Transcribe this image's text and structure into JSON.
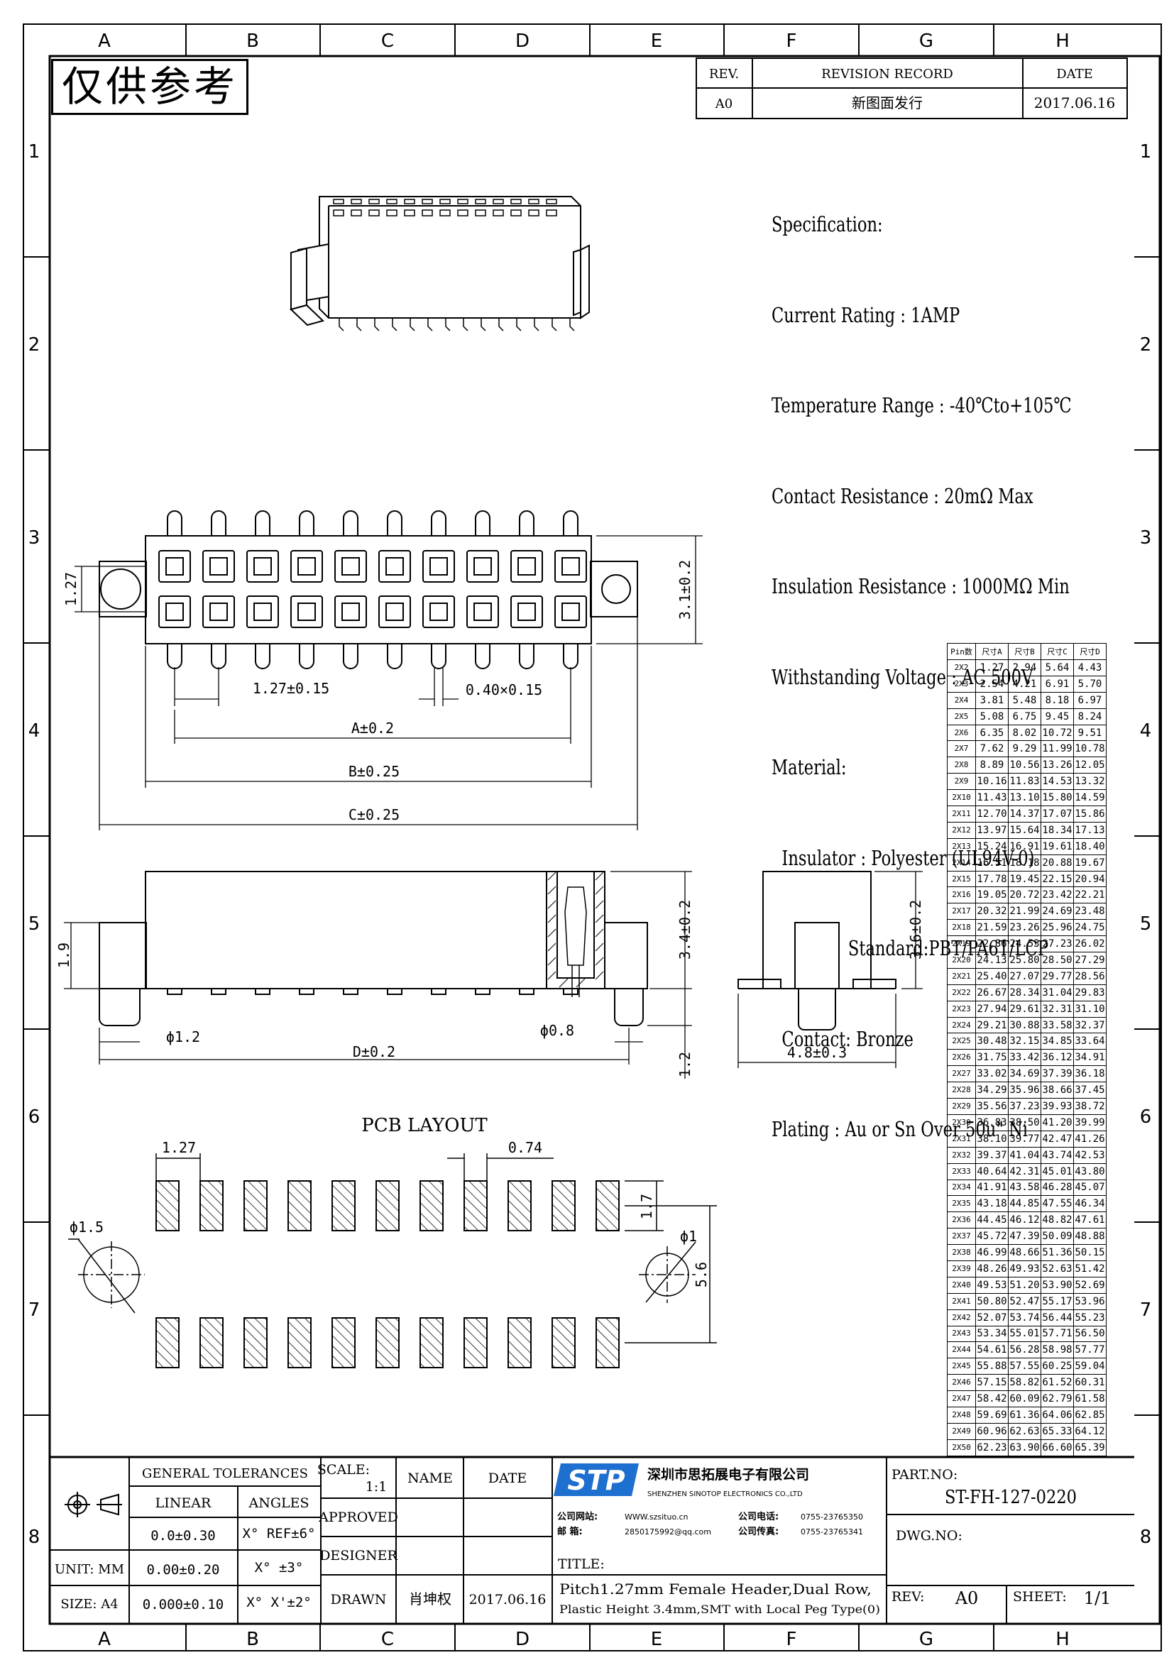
{
  "frame": {
    "columns": [
      "A",
      "B",
      "C",
      "D",
      "E",
      "F",
      "G",
      "H"
    ],
    "rows": [
      "1",
      "2",
      "3",
      "4",
      "5",
      "6",
      "7",
      "8"
    ]
  },
  "stamp": "仅供参考",
  "revision": {
    "headers": {
      "rev": "REV.",
      "record": "REVISION RECORD",
      "date": "DATE"
    },
    "row": {
      "rev": "A0",
      "record": "新图面发行",
      "date": "2017.06.16"
    }
  },
  "specification": [
    "Specification:",
    "Current Rating : 1AMP",
    "Temperature Range : -40℃to+105℃",
    "Contact Resistance : 20mΩ Max",
    "Insulation Resistance : 1000MΩ Min",
    "Withstanding Voltage : AC 500V",
    "Material:",
    "  Insulator : Polyester (UL94V-0)",
    "               Standard:PBT/PA6T/LCP",
    "  Contact: Bronze",
    "Plating : Au or Sn Over 50u\" Ni"
  ],
  "dimensions": {
    "pitch": "1.27±0.15",
    "pin": "0.40×0.15",
    "a": "A±0.2",
    "b": "B±0.25",
    "c": "C±0.25",
    "h127": "1.27",
    "h31": "3.1±0.2",
    "h19": "1.9",
    "h34": "3.4±0.2",
    "h36": "3.6±0.2",
    "d12": "ϕ1.2",
    "d08": "ϕ0.8",
    "d": "D±0.2",
    "h12": "1.2",
    "w48": "4.8±0.3"
  },
  "pcb": {
    "title": "PCB LAYOUT",
    "pitch": "1.27",
    "pad_w": "0.74",
    "pad_h": "1.7",
    "row_gap": "5.6",
    "hole_left": "ϕ1.5",
    "hole_right": "ϕ1"
  },
  "dim_table": {
    "headers": [
      "Pin数",
      "尺寸A",
      "尺寸B",
      "尺寸C",
      "尺寸D"
    ],
    "rows": [
      [
        "2X2",
        "1.27",
        "2.94",
        "5.64",
        "4.43"
      ],
      [
        "2X3",
        "2.54",
        "4.21",
        "6.91",
        "5.70"
      ],
      [
        "2X4",
        "3.81",
        "5.48",
        "8.18",
        "6.97"
      ],
      [
        "2X5",
        "5.08",
        "6.75",
        "9.45",
        "8.24"
      ],
      [
        "2X6",
        "6.35",
        "8.02",
        "10.72",
        "9.51"
      ],
      [
        "2X7",
        "7.62",
        "9.29",
        "11.99",
        "10.78"
      ],
      [
        "2X8",
        "8.89",
        "10.56",
        "13.26",
        "12.05"
      ],
      [
        "2X9",
        "10.16",
        "11.83",
        "14.53",
        "13.32"
      ],
      [
        "2X10",
        "11.43",
        "13.10",
        "15.80",
        "14.59"
      ],
      [
        "2X11",
        "12.70",
        "14.37",
        "17.07",
        "15.86"
      ],
      [
        "2X12",
        "13.97",
        "15.64",
        "18.34",
        "17.13"
      ],
      [
        "2X13",
        "15.24",
        "16.91",
        "19.61",
        "18.40"
      ],
      [
        "2X14",
        "16.51",
        "18.18",
        "20.88",
        "19.67"
      ],
      [
        "2X15",
        "17.78",
        "19.45",
        "22.15",
        "20.94"
      ],
      [
        "2X16",
        "19.05",
        "20.72",
        "23.42",
        "22.21"
      ],
      [
        "2X17",
        "20.32",
        "21.99",
        "24.69",
        "23.48"
      ],
      [
        "2X18",
        "21.59",
        "23.26",
        "25.96",
        "24.75"
      ],
      [
        "2X19",
        "22.86",
        "24.53",
        "27.23",
        "26.02"
      ],
      [
        "2X20",
        "24.13",
        "25.80",
        "28.50",
        "27.29"
      ],
      [
        "2X21",
        "25.40",
        "27.07",
        "29.77",
        "28.56"
      ],
      [
        "2X22",
        "26.67",
        "28.34",
        "31.04",
        "29.83"
      ],
      [
        "2X23",
        "27.94",
        "29.61",
        "32.31",
        "31.10"
      ],
      [
        "2X24",
        "29.21",
        "30.88",
        "33.58",
        "32.37"
      ],
      [
        "2X25",
        "30.48",
        "32.15",
        "34.85",
        "33.64"
      ],
      [
        "2X26",
        "31.75",
        "33.42",
        "36.12",
        "34.91"
      ],
      [
        "2X27",
        "33.02",
        "34.69",
        "37.39",
        "36.18"
      ],
      [
        "2X28",
        "34.29",
        "35.96",
        "38.66",
        "37.45"
      ],
      [
        "2X29",
        "35.56",
        "37.23",
        "39.93",
        "38.72"
      ],
      [
        "2X30",
        "36.83",
        "38.50",
        "41.20",
        "39.99"
      ],
      [
        "2X31",
        "38.10",
        "39.77",
        "42.47",
        "41.26"
      ],
      [
        "2X32",
        "39.37",
        "41.04",
        "43.74",
        "42.53"
      ],
      [
        "2X33",
        "40.64",
        "42.31",
        "45.01",
        "43.80"
      ],
      [
        "2X34",
        "41.91",
        "43.58",
        "46.28",
        "45.07"
      ],
      [
        "2X35",
        "43.18",
        "44.85",
        "47.55",
        "46.34"
      ],
      [
        "2X36",
        "44.45",
        "46.12",
        "48.82",
        "47.61"
      ],
      [
        "2X37",
        "45.72",
        "47.39",
        "50.09",
        "48.88"
      ],
      [
        "2X38",
        "46.99",
        "48.66",
        "51.36",
        "50.15"
      ],
      [
        "2X39",
        "48.26",
        "49.93",
        "52.63",
        "51.42"
      ],
      [
        "2X40",
        "49.53",
        "51.20",
        "53.90",
        "52.69"
      ],
      [
        "2X41",
        "50.80",
        "52.47",
        "55.17",
        "53.96"
      ],
      [
        "2X42",
        "52.07",
        "53.74",
        "56.44",
        "55.23"
      ],
      [
        "2X43",
        "53.34",
        "55.01",
        "57.71",
        "56.50"
      ],
      [
        "2X44",
        "54.61",
        "56.28",
        "58.98",
        "57.77"
      ],
      [
        "2X45",
        "55.88",
        "57.55",
        "60.25",
        "59.04"
      ],
      [
        "2X46",
        "57.15",
        "58.82",
        "61.52",
        "60.31"
      ],
      [
        "2X47",
        "58.42",
        "60.09",
        "62.79",
        "61.58"
      ],
      [
        "2X48",
        "59.69",
        "61.36",
        "64.06",
        "62.85"
      ],
      [
        "2X49",
        "60.96",
        "62.63",
        "65.33",
        "64.12"
      ],
      [
        "2X50",
        "62.23",
        "63.90",
        "66.60",
        "65.39"
      ]
    ]
  },
  "title_block": {
    "general_tolerances": "GENERAL TOLERANCES",
    "linear": "LINEAR",
    "angles": "ANGLES",
    "tol_rows": [
      [
        "0.0±0.30",
        "X° REF±6°"
      ],
      [
        "0.00±0.20",
        "X° ±3°"
      ],
      [
        "0.000±0.10",
        "X° X'±2°"
      ]
    ],
    "unit": "UNIT: MM",
    "size": "SIZE: A4",
    "scale_label": "SCALE:",
    "scale_value": "1:1",
    "name": "NAME",
    "date": "DATE",
    "approved": "APPROVED",
    "designer": "DESIGNER",
    "drawn": "DRAWN",
    "drawn_name": "肖坤权",
    "drawn_date": "2017.06.16",
    "company_cn": "深圳市思拓展电子有限公司",
    "company_en": "SHENZHEN SINOTOP ELECTRONICS CO.,LTD",
    "logo": "STP",
    "website_label": "公司网站:",
    "website": "WWW.szsituo.cn",
    "email_label": "邮 箱:",
    "email": "2850175992@qq.com",
    "phone_label": "公司电话:",
    "phone": "0755-23765350",
    "fax_label": "公司传真:",
    "fax": "0755-23765341",
    "title_label": "TITLE:",
    "title_line1": "Pitch1.27mm Female Header,Dual Row,",
    "title_line2": "Plastic Height 3.4mm,SMT with Local Peg Type(0)",
    "part_no_label": "PART.NO:",
    "part_no": "ST-FH-127-0220",
    "dwg_no_label": "DWG.NO:",
    "rev_label": "REV:",
    "rev": "A0",
    "sheet_label": "SHEET:",
    "sheet": "1/1"
  },
  "colors": {
    "line": "#000000",
    "logo": "#1d6fd0"
  }
}
